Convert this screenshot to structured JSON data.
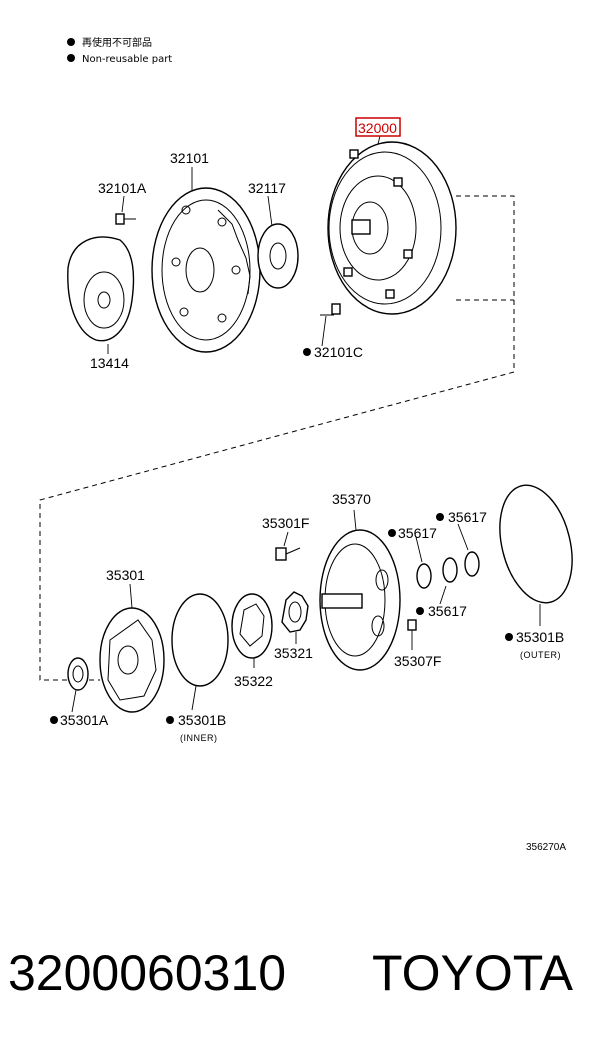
{
  "legend": {
    "items": [
      {
        "icon": "filled-dot",
        "text": "再使用不可部品"
      },
      {
        "icon": "filled-dot",
        "text": "Non-reusable part"
      }
    ]
  },
  "highlight_color": "#cc0000",
  "labels": {
    "p32000": "32000",
    "p32101": "32101",
    "p32101A": "32101A",
    "p32117": "32117",
    "p13414": "13414",
    "p32101C": "32101C",
    "p35370": "35370",
    "p35301F": "35301F",
    "p35617a": "35617",
    "p35617b": "35617",
    "p35617c": "35617",
    "p35301": "35301",
    "p35321": "35321",
    "p35322": "35322",
    "p35307F": "35307F",
    "p35301B_outer": "35301B",
    "outer_note": "(OUTER)",
    "p35301A": "35301A",
    "p35301B_inner": "35301B",
    "inner_note": "(INNER)"
  },
  "diagram_ref": "356270A",
  "footer": {
    "part_number": "3200060310",
    "brand": "TOYOTA"
  }
}
